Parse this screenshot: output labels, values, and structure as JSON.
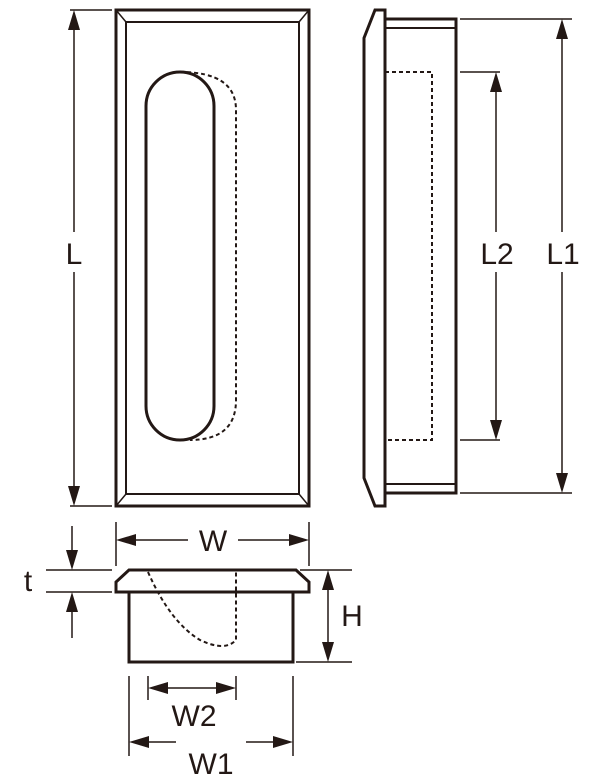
{
  "labels": {
    "L": "L",
    "L1": "L1",
    "L2": "L2",
    "W": "W",
    "W1": "W1",
    "W2": "W2",
    "t": "t",
    "H": "H"
  },
  "colors": {
    "line": "#231815",
    "background": "#ffffff"
  }
}
